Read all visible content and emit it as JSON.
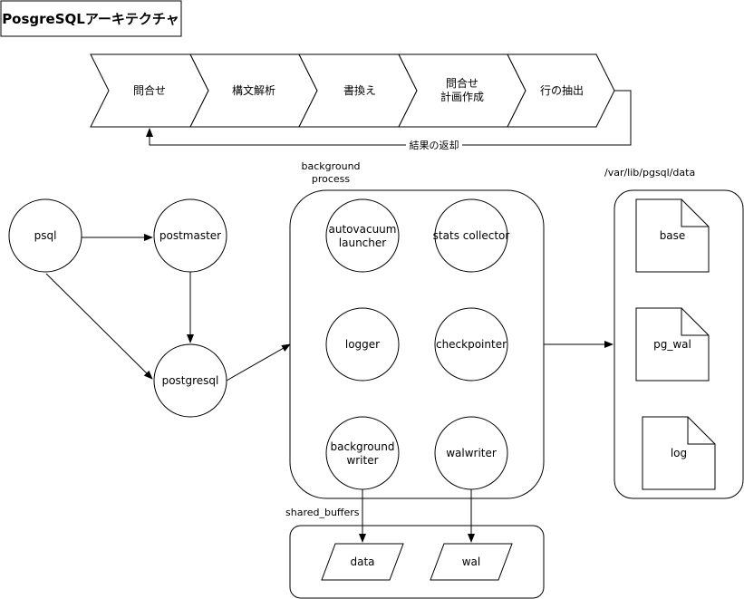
{
  "title": "PosgreSQLアーキテクチャ",
  "pipeline": {
    "steps": [
      {
        "lines": [
          "問合せ"
        ]
      },
      {
        "lines": [
          "構文解析"
        ]
      },
      {
        "lines": [
          "書換え"
        ]
      },
      {
        "lines": [
          "問合せ",
          "計画作成"
        ]
      },
      {
        "lines": [
          "行の抽出"
        ]
      }
    ],
    "return_label": "結果の返却"
  },
  "processes": {
    "psql": "psql",
    "postmaster": "postmaster",
    "postgresql": "postgresql"
  },
  "background": {
    "label_lines": [
      "background",
      "process"
    ],
    "items": [
      {
        "lines": [
          "autovacuum",
          "launcher"
        ]
      },
      {
        "lines": [
          "stats collector"
        ]
      },
      {
        "lines": [
          "logger"
        ]
      },
      {
        "lines": [
          "checkpointer"
        ]
      },
      {
        "lines": [
          "background",
          "writer"
        ]
      },
      {
        "lines": [
          "walwriter"
        ]
      }
    ]
  },
  "shared_buffers": {
    "label": "shared_buffers",
    "items": [
      "data",
      "wal"
    ]
  },
  "data_dir": {
    "label": "/var/lib/pgsql/data",
    "files": [
      "base",
      "pg_wal",
      "log"
    ]
  }
}
